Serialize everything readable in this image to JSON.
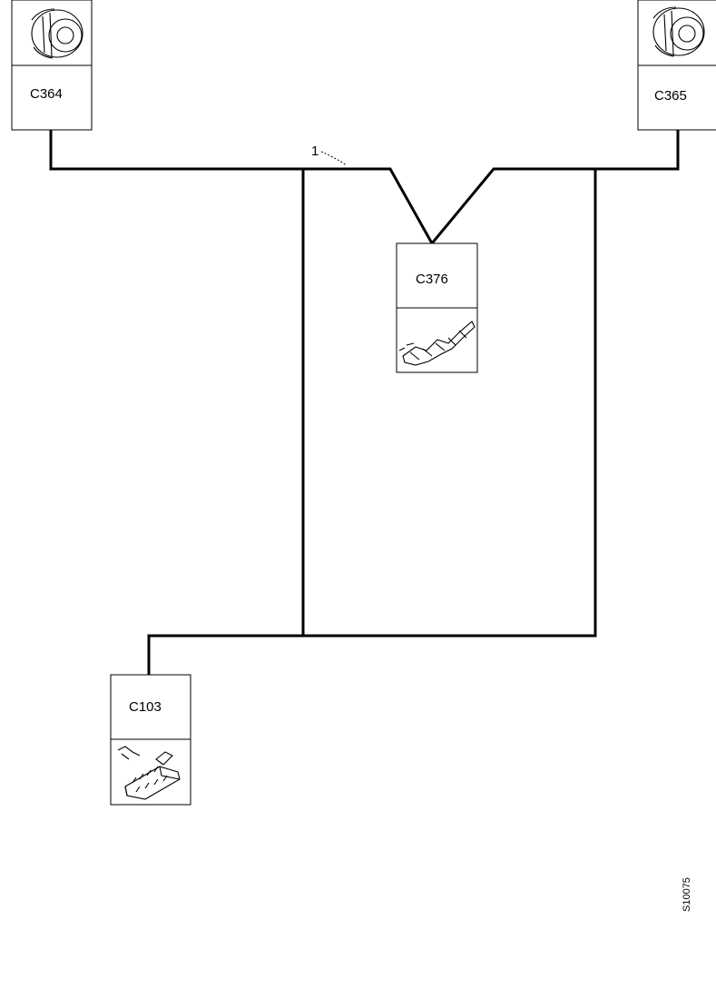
{
  "connectors": [
    {
      "id": "C364",
      "icon": "round-connector-icon"
    },
    {
      "id": "C365",
      "icon": "round-connector-icon"
    },
    {
      "id": "C376",
      "icon": "inline-connector-icon"
    },
    {
      "id": "C103",
      "icon": "multi-pin-connector-icon"
    }
  ],
  "callout": {
    "number": "1"
  },
  "figure_code": "S10075"
}
